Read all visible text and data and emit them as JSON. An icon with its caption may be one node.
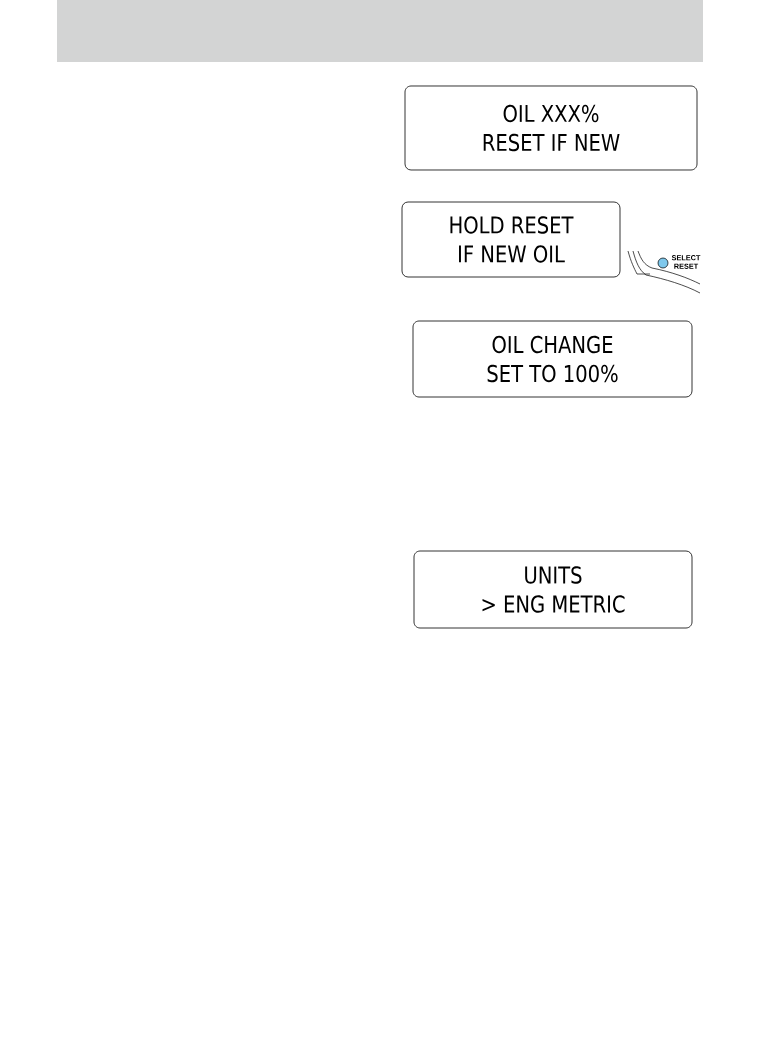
{
  "diagram": {
    "nodes": [
      {
        "text": [
          "OIL XXX%",
          "RESET IF NEW"
        ]
      },
      {
        "text": [
          "HOLD RESET",
          "IF NEW OIL"
        ]
      },
      {
        "text": [
          "OIL CHANGE",
          "SET TO 100%"
        ]
      },
      {
        "text": [
          "UNITS",
          "> ENG METRIC"
        ]
      }
    ],
    "labels": [
      "SELECT RESET"
    ]
  }
}
